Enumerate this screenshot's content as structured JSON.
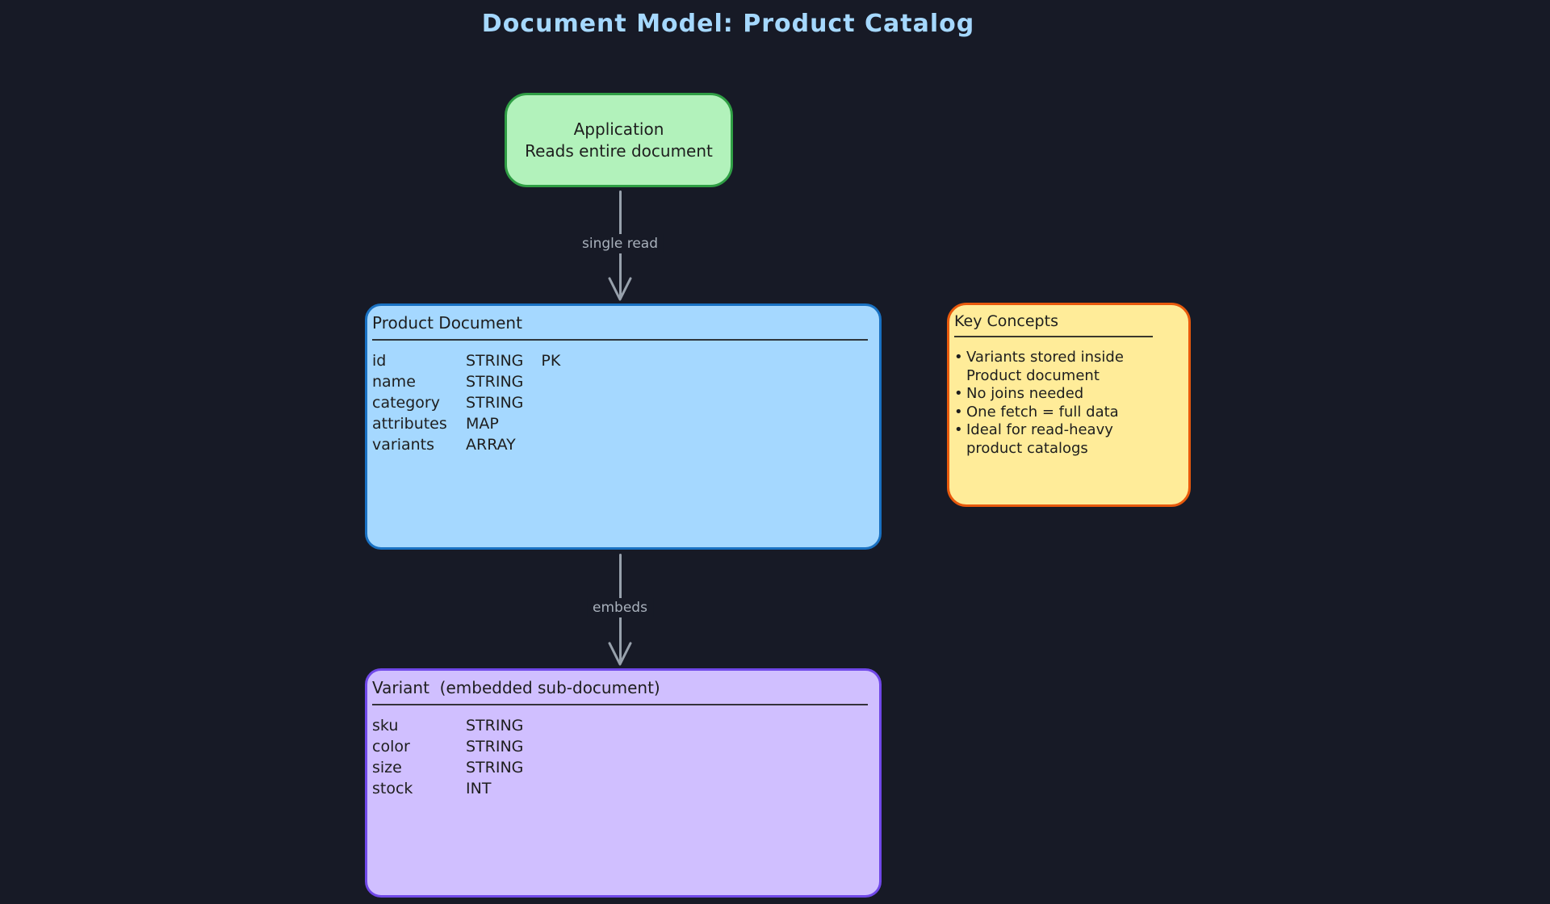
{
  "title": "Document Model: Product Catalog",
  "colors": {
    "bg": "#171a26",
    "title-color": "#a5d8ff",
    "green-fill": "#b2f2bb",
    "green-border": "#2f9e44",
    "blue-fill": "#a5d8ff",
    "blue-border": "#1971c2",
    "purple-fill": "#d0bfff",
    "purple-border": "#7048e8",
    "yellow-fill": "#ffec99",
    "orange-border": "#e8590c",
    "ink": "#1e1e1e",
    "arrow": "#98a1ac",
    "arrow-label": "#a9b1bc"
  },
  "application": {
    "line1": "Application",
    "line2": "Reads entire document"
  },
  "edges": {
    "single_read": {
      "label": "single read"
    },
    "embeds": {
      "label": "embeds"
    }
  },
  "product_document": {
    "title": "Product Document",
    "fields": [
      {
        "name": "id",
        "type": "STRING",
        "key": "PK"
      },
      {
        "name": "name",
        "type": "STRING",
        "key": ""
      },
      {
        "name": "category",
        "type": "STRING",
        "key": ""
      },
      {
        "name": "attributes",
        "type": "MAP",
        "key": ""
      },
      {
        "name": "variants",
        "type": "ARRAY",
        "key": ""
      }
    ]
  },
  "variant": {
    "title": "Variant  (embedded sub-document)",
    "fields": [
      {
        "name": "sku",
        "type": "STRING",
        "key": ""
      },
      {
        "name": "color",
        "type": "STRING",
        "key": ""
      },
      {
        "name": "size",
        "type": "STRING",
        "key": ""
      },
      {
        "name": "stock",
        "type": "INT",
        "key": ""
      }
    ]
  },
  "key_concepts": {
    "title": "Key Concepts",
    "lines": [
      {
        "prefix": "•",
        "text": "Variants stored inside"
      },
      {
        "prefix": "",
        "text": "Product document"
      },
      {
        "prefix": "•",
        "text": "No joins needed"
      },
      {
        "prefix": "•",
        "text": "One fetch = full data"
      },
      {
        "prefix": "•",
        "text": "Ideal for read-heavy"
      },
      {
        "prefix": "",
        "text": "product catalogs"
      }
    ]
  }
}
